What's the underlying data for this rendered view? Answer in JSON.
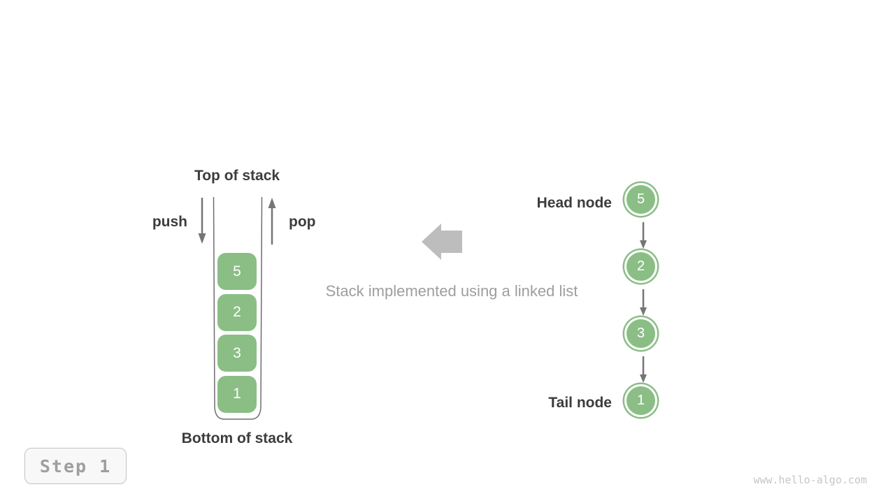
{
  "stack": {
    "top_label": "Top of stack",
    "bottom_label": "Bottom of stack",
    "push_label": "push",
    "pop_label": "pop",
    "items": [
      "5",
      "2",
      "3",
      "1"
    ]
  },
  "caption": {
    "text": "Stack implemented using a linked list"
  },
  "linked_list": {
    "head_label": "Head node",
    "tail_label": "Tail node",
    "nodes": [
      "5",
      "2",
      "3",
      "1"
    ]
  },
  "step_badge": {
    "label": "Step 1"
  },
  "watermark": {
    "text": "www.hello-algo.com"
  },
  "colors": {
    "node_green": "#8ABE85",
    "container_line": "#6E6E6E",
    "arrow_gray": "#757575",
    "block_arrow_gray": "#BDBDBD",
    "text_dark": "#3C3C3C",
    "caption_gray": "#9E9E9E",
    "badge_text": "#9E9E9E",
    "badge_border": "#C2C2C2",
    "badge_bg": "#F8F8F8",
    "watermark_gray": "#C6C6C6"
  }
}
